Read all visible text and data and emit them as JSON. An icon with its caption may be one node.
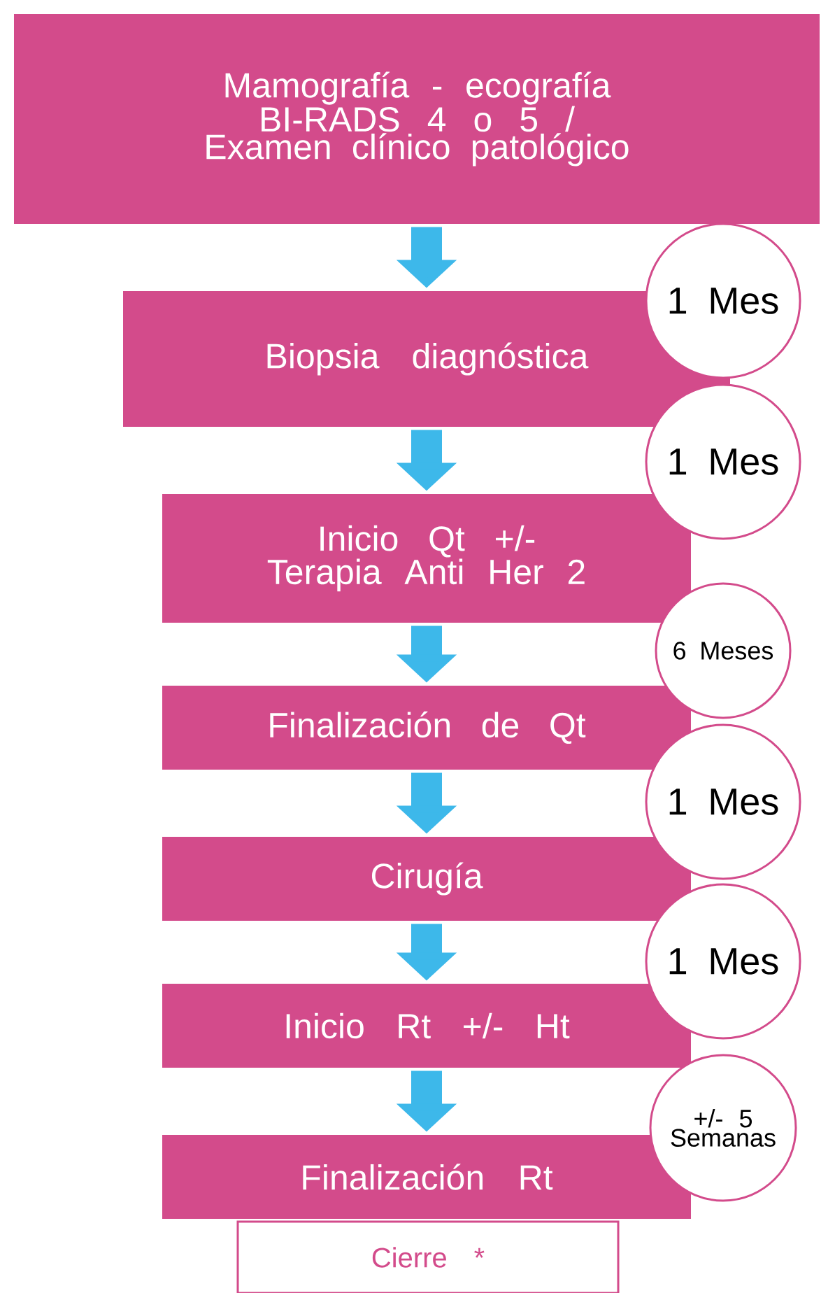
{
  "diagram": {
    "nodes": [
      {
        "text": [
          "Mamografía - ecografía BI-RADS 4 o 5 / Examen clínico patológico"
        ]
      },
      {
        "text": [
          "Biopsia diagnóstica"
        ]
      },
      {
        "text": [
          "Inicio Qt +/- Terapia Anti Her 2"
        ]
      },
      {
        "text": [
          "Finalización de Qt"
        ]
      },
      {
        "text": [
          "Cirugía"
        ]
      },
      {
        "text": [
          "Inicio Rt +/- Ht"
        ]
      },
      {
        "text": [
          "Finalización Rt"
        ]
      },
      {
        "text": [
          "Cierre *"
        ]
      },
      {
        "text": [
          "1 Mes"
        ]
      },
      {
        "text": [
          "1 Mes"
        ]
      },
      {
        "text": [
          "6 Meses"
        ]
      },
      {
        "text": [
          "1 Mes"
        ]
      },
      {
        "text": [
          "1 Mes"
        ]
      },
      {
        "text": [
          "+/- 5 Semanas"
        ]
      }
    ],
    "edges": [
      {
        "from": 0,
        "to": 1,
        "arrow": "to"
      },
      {
        "from": 1,
        "to": 2,
        "arrow": "to"
      },
      {
        "from": 2,
        "to": 3,
        "arrow": "to"
      },
      {
        "from": 3,
        "to": 4,
        "arrow": "to"
      },
      {
        "from": 4,
        "to": 5,
        "arrow": "to"
      },
      {
        "from": 5,
        "to": 6,
        "arrow": "to"
      }
    ]
  }
}
